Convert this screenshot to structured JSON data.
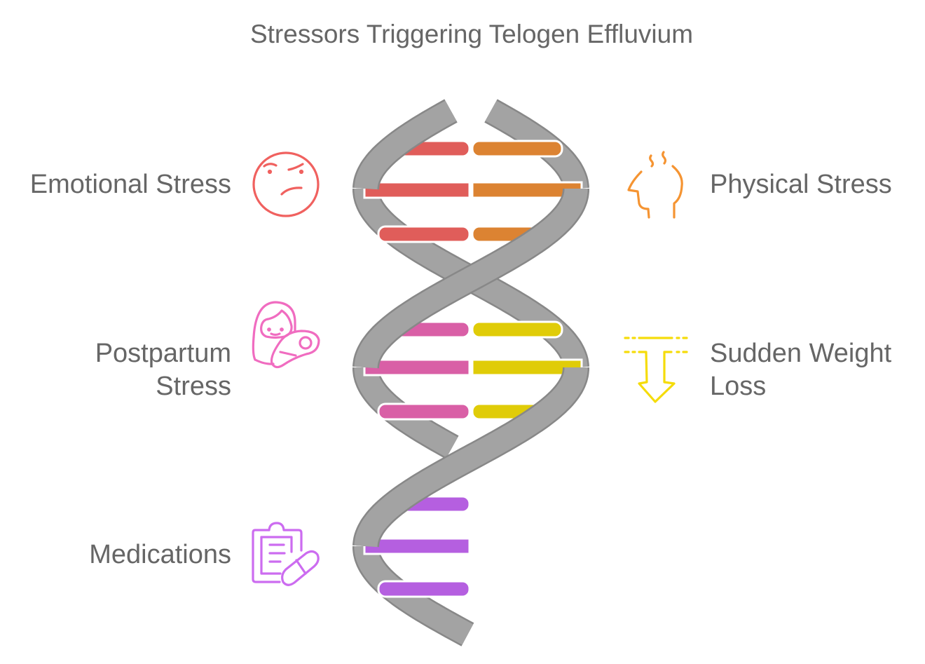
{
  "title": "Stressors Triggering Telogen Effluvium",
  "items": [
    {
      "label": "Emotional Stress",
      "side": "left",
      "color": "#e05d5a",
      "icon": "angry-face-icon",
      "icon_color": "#f0615f"
    },
    {
      "label": "Physical Stress",
      "side": "right",
      "color": "#dc8332",
      "icon": "steaming-head-icon",
      "icon_color": "#f59432"
    },
    {
      "label": "Postpartum Stress",
      "label_lines": [
        "Postpartum",
        "Stress"
      ],
      "side": "left",
      "color": "#d95fa6",
      "icon": "mother-baby-icon",
      "icon_color": "#f06cc0"
    },
    {
      "label": "Sudden Weight Loss",
      "label_lines": [
        "Sudden Weight",
        "Loss"
      ],
      "side": "right",
      "color": "#e0cc08",
      "icon": "down-arrow-weight-icon",
      "icon_color": "#f5dc0a"
    },
    {
      "label": "Medications",
      "side": "left",
      "color": "#b55fe0",
      "icon": "clipboard-pill-icon",
      "icon_color": "#cc6cf0"
    }
  ],
  "helix_color": "#a3a3a3",
  "helix_outline": "#888888"
}
